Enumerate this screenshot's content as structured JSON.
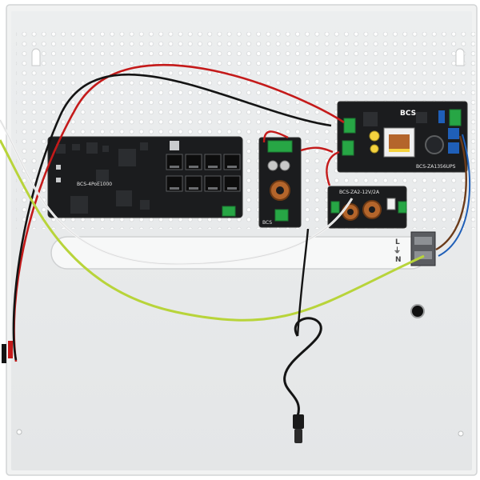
{
  "photo": {
    "subject": "power-supply-enclosure",
    "colors": {
      "enclosure": "#f2f3f3",
      "enclosure_shadow": "#d9dbdc",
      "pcb": "#1b1c1e",
      "wire_red": "#c41a1a",
      "wire_black": "#141414",
      "wire_white": "#f4f4f4",
      "wire_yellow_green": "#b8d43a",
      "terminal_green": "#27a645",
      "capacitor_blue": "#1f5fb8",
      "coil_copper": "#b4652b"
    }
  },
  "boards": {
    "switch_board": {
      "label": "BCS-4PoE1000"
    },
    "psu_board": {
      "brand": "BCS",
      "label": "BCS-ZA1356UPS"
    },
    "converter_board": {
      "label": "BCS"
    },
    "filter_board": {
      "label": "BCS-ZA2-12V/2A"
    }
  },
  "terminal": {
    "l": "L",
    "earth": "⏚",
    "n": "N"
  }
}
